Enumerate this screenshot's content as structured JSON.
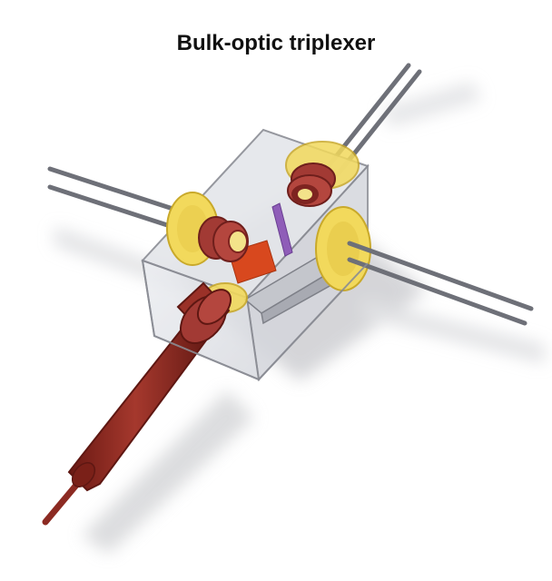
{
  "title": "Bulk-optic triplexer",
  "components": {
    "housing": "transparent-box",
    "fibers": 3,
    "lenses": 3,
    "filters": [
      "orange-filter",
      "purple-filter"
    ],
    "pigtail": "fiber-pigtail"
  },
  "colors": {
    "housing_fill": "#e3e4e8",
    "housing_stroke": "#8a8c94",
    "lens_ring": "#f2d95c",
    "lens_ring_dark": "#c9a92a",
    "lens_core": "#f3e38a",
    "fiber": "#6e7078",
    "photodiode": "#a23a34",
    "photodiode_dark": "#6f1f1c",
    "orange_filter": "#d8481e",
    "purple_filter": "#8f5db8",
    "prism": "#b9bbc2",
    "pigtail": "#8c2a22",
    "pigtail_dark": "#5e1712",
    "shadow": "#d2d3d6"
  }
}
